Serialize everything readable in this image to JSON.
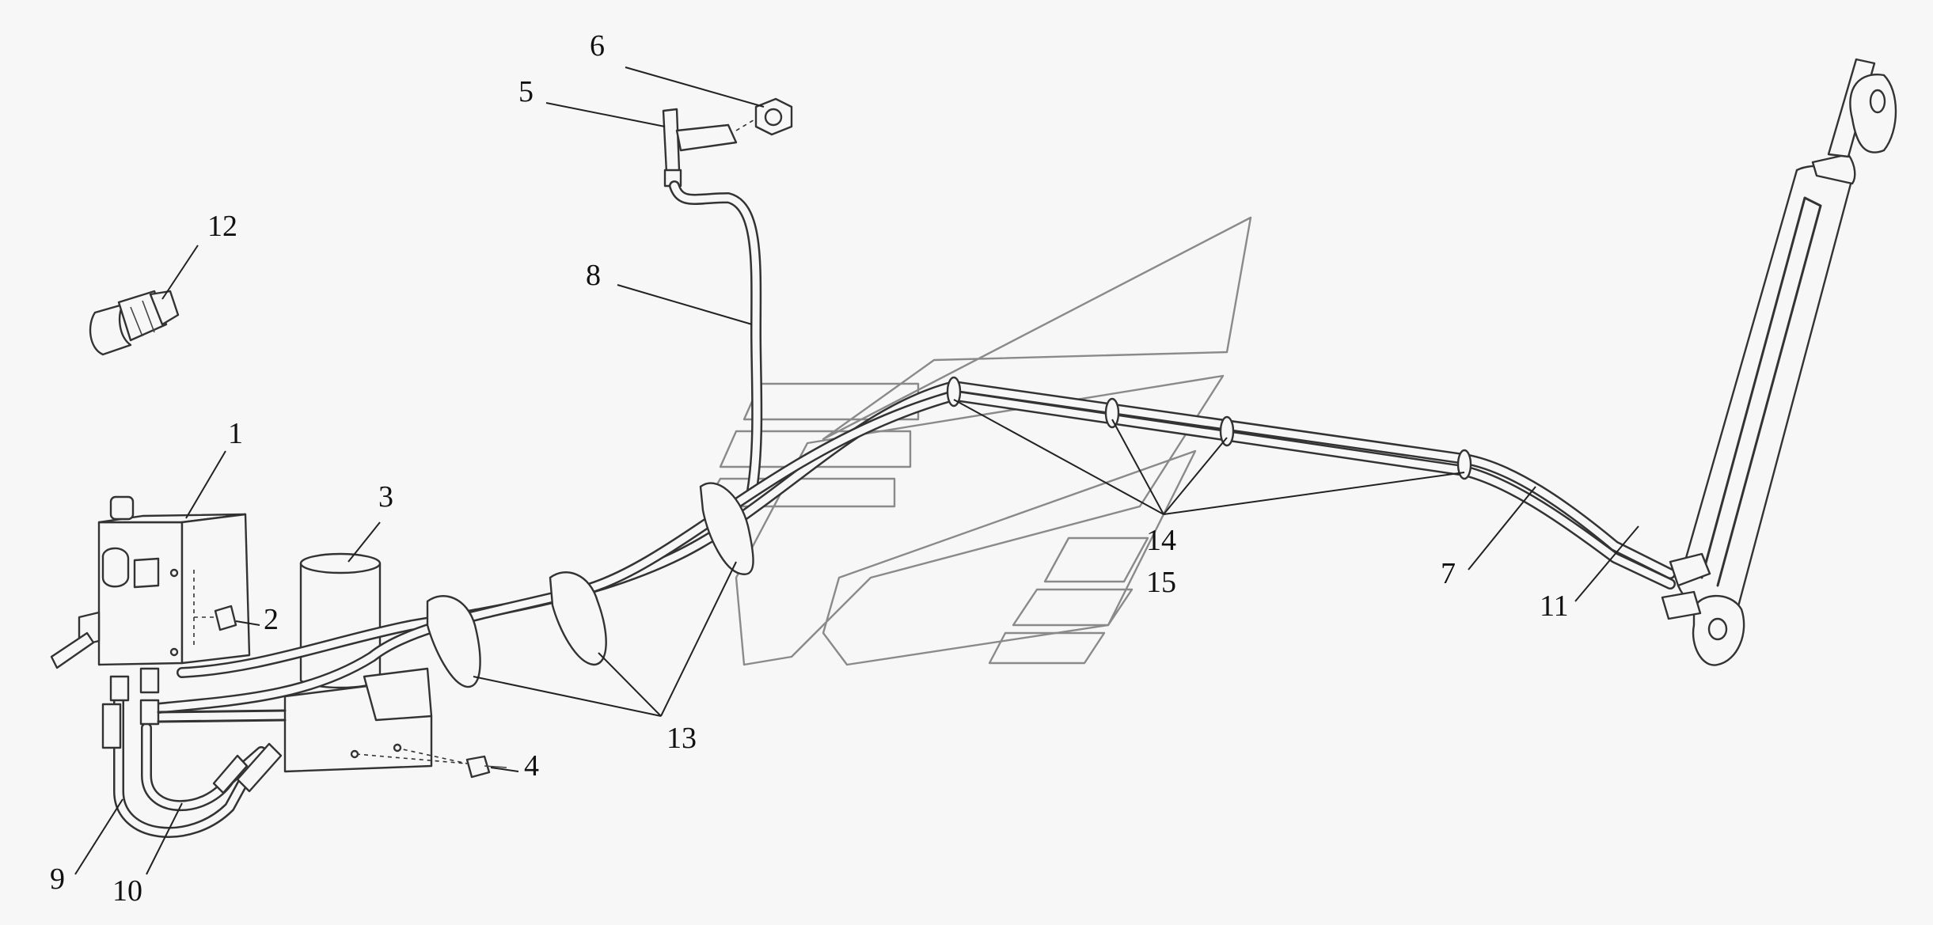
{
  "callouts": [
    {
      "id": "1",
      "label": "1"
    },
    {
      "id": "2",
      "label": "2"
    },
    {
      "id": "3",
      "label": "3"
    },
    {
      "id": "4",
      "label": "4"
    },
    {
      "id": "5",
      "label": "5"
    },
    {
      "id": "6",
      "label": "6"
    },
    {
      "id": "7",
      "label": "7"
    },
    {
      "id": "8",
      "label": "8"
    },
    {
      "id": "9",
      "label": "9"
    },
    {
      "id": "10",
      "label": "10"
    },
    {
      "id": "11",
      "label": "11"
    },
    {
      "id": "12",
      "label": "12"
    },
    {
      "id": "13",
      "label": "13"
    },
    {
      "id": "14",
      "label": "14"
    },
    {
      "id": "15",
      "label": "15"
    }
  ],
  "colors": {
    "line": "#333333",
    "watermark": "#8a8a8a",
    "background": "#f7f7f7"
  }
}
